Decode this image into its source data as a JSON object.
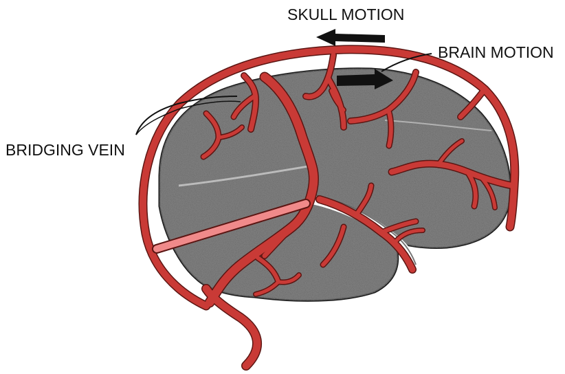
{
  "labels": {
    "skull_motion": "SKULL MOTION",
    "brain_motion": "BRAIN MOTION",
    "bridging_vein": "BRIDGING VEIN"
  },
  "colors": {
    "vessel_fill": "#c93a36",
    "vessel_outline": "#5a1512",
    "vein_highlight": "#f08a8a",
    "brain_tissue": "#6b6b6b",
    "brain_speckle": "#2a2a2a",
    "arrow": "#111111",
    "background": "#ffffff"
  },
  "icons": {
    "skull_arrow": "arrow-left-icon",
    "brain_arrow": "arrow-right-icon"
  }
}
